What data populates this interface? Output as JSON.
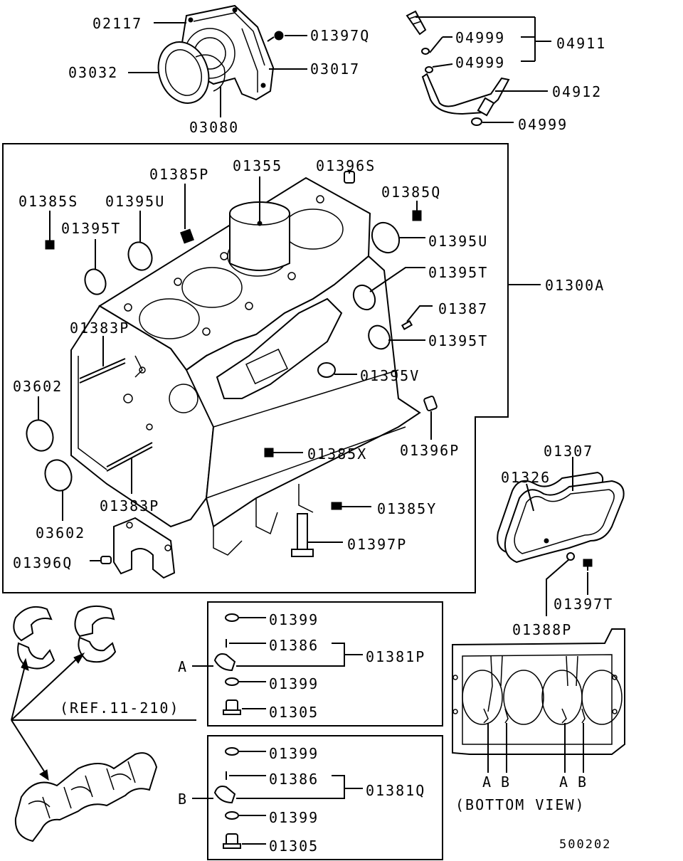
{
  "diagram": {
    "labels": {
      "p02117": "02117",
      "p01397Q": "01397Q",
      "p03032": "03032",
      "p03017": "03017",
      "p03080": "03080",
      "p04999a": "04999",
      "p04999b": "04999",
      "p04911": "04911",
      "p04912": "04912",
      "p04999c": "04999",
      "p01385P": "01385P",
      "p01355": "01355",
      "p01396S": "01396S",
      "p01385Q": "01385Q",
      "p01385S": "01385S",
      "p01395Ua": "01395U",
      "p01395Ta": "01395T",
      "p01395Ub": "01395U",
      "p01395Tb": "01395T",
      "p01300A": "01300A",
      "p01387": "01387",
      "p01383Pa": "01383P",
      "p01395Tc": "01395T",
      "p03602a": "03602",
      "p01395V": "01395V",
      "p01396P": "01396P",
      "p01385X": "01385X",
      "p01383Pb": "01383P",
      "p01385Y": "01385Y",
      "p03602b": "03602",
      "p01397P": "01397P",
      "p01396Q": "01396Q",
      "p01307": "01307",
      "p01326": "01326",
      "p01397T": "01397T",
      "p01388P": "01388P",
      "a01399a": "01399",
      "a01386": "01386",
      "a01381P": "01381P",
      "a01399b": "01399",
      "a01305": "01305",
      "b01399a": "01399",
      "b01386": "01386",
      "b01381Q": "01381Q",
      "b01399b": "01399",
      "b01305": "01305",
      "refA": "A",
      "refB": "B",
      "ref": "(REF.11-210)",
      "bvA1": "A",
      "bvB1": "B",
      "bvA2": "A",
      "bvB2": "B",
      "bottomView": "(BOTTOM VIEW)",
      "code": "500202"
    }
  }
}
